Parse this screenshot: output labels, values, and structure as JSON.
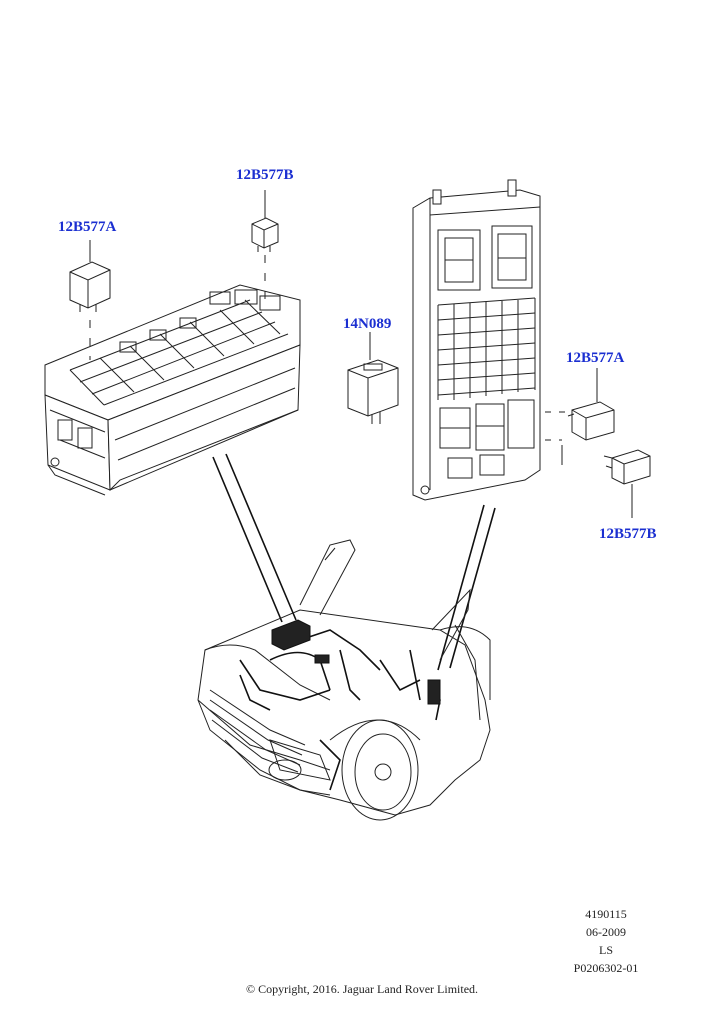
{
  "colors": {
    "callout": "#1b2fd1",
    "line": "#222222",
    "background": "#ffffff"
  },
  "callouts": {
    "relay_a_left": "12B577A",
    "relay_b_top": "12B577B",
    "module_14n089": "14N089",
    "relay_a_right": "12B577A",
    "relay_b_right": "12B577B"
  },
  "meta": {
    "drawing_number": "4190115",
    "date": "06-2009",
    "initials": "LS",
    "part_ref": "P0206302-01"
  },
  "copyright": "© Copyright, 2016. Jaguar Land Rover Limited."
}
